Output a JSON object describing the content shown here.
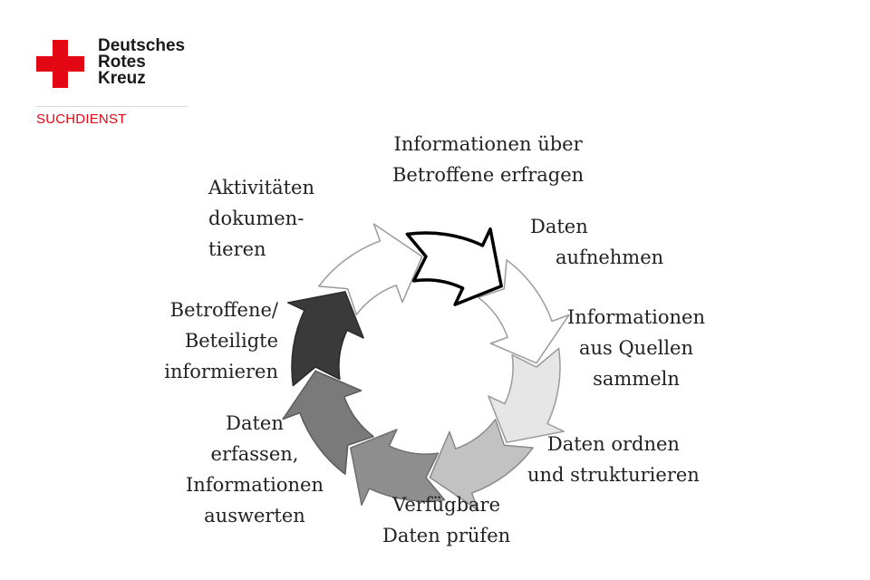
{
  "header": {
    "org_lines": [
      "Deutsches",
      "Rotes",
      "Kreuz"
    ],
    "service": "SUCHDIENST",
    "brand_color": "#e30613"
  },
  "icons": [
    "red-cross-icon"
  ],
  "cycle": {
    "steps": [
      {
        "id": "erfragen",
        "lines": [
          "Informationen über",
          "Betroffene erfragen"
        ],
        "fill": "#ffffff",
        "stroke": "#000000"
      },
      {
        "id": "aufnehmen",
        "lines": [
          "Daten",
          "aufnehmen"
        ],
        "fill": "#ffffff",
        "stroke": "#9a9a9a"
      },
      {
        "id": "sammeln",
        "lines": [
          "Informationen",
          "aus Quellen",
          "sammeln"
        ],
        "fill": "#e6e6e6",
        "stroke": "#9a9a9a"
      },
      {
        "id": "ordnen",
        "lines": [
          "Daten ordnen",
          "und strukturieren"
        ],
        "fill": "#c2c2c2",
        "stroke": "#8a8a8a"
      },
      {
        "id": "pruefen",
        "lines": [
          "Verfügbare",
          "Daten prüfen"
        ],
        "fill": "#8e8e8e",
        "stroke": "#6e6e6e"
      },
      {
        "id": "erfassen",
        "lines": [
          "Daten",
          "erfassen,",
          "Informationen",
          "auswerten"
        ],
        "fill": "#7a7a7a",
        "stroke": "#5a5a5a"
      },
      {
        "id": "informieren",
        "lines": [
          "Betroffene/",
          "Beteiligte",
          "informieren"
        ],
        "fill": "#3a3a3a",
        "stroke": "#2a2a2a"
      },
      {
        "id": "dokumentieren",
        "lines": [
          "Aktivitäten",
          "dokumen-",
          "tieren"
        ],
        "fill": "#ffffff",
        "stroke": "#9a9a9a"
      }
    ]
  }
}
